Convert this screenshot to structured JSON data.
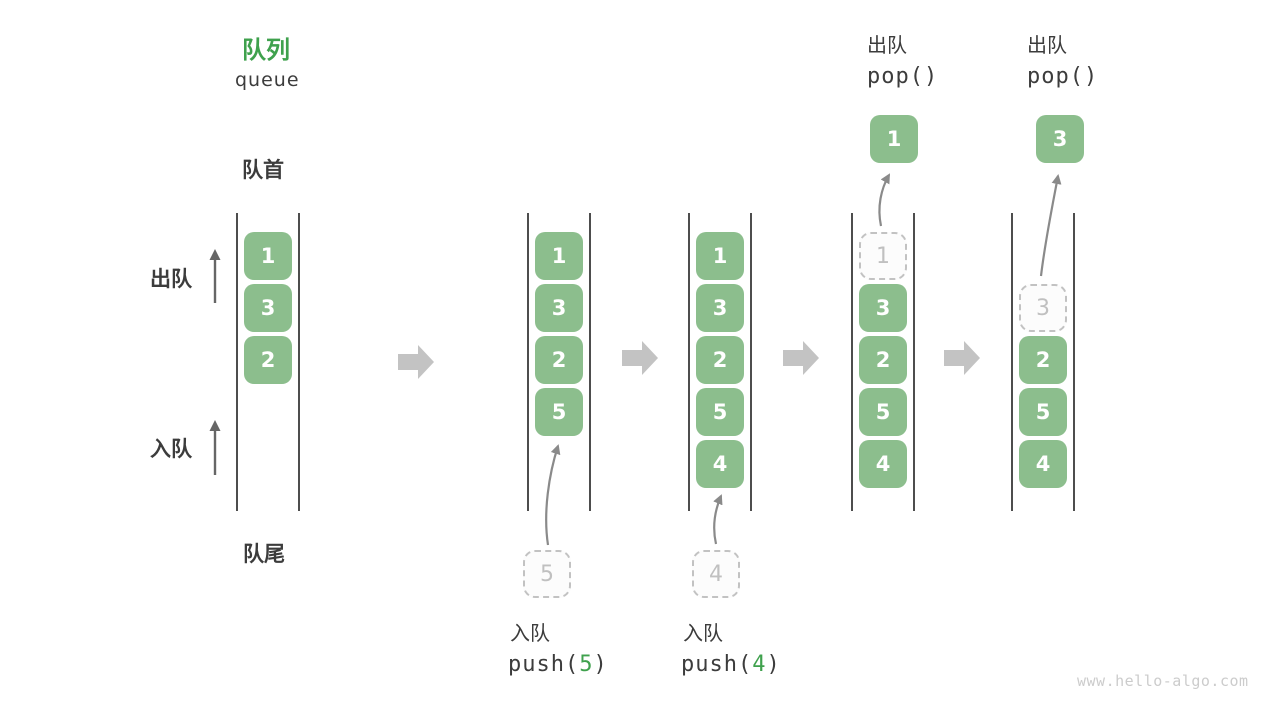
{
  "colors": {
    "title_green": "#3fa14d",
    "box_green": "#8cbe8d",
    "box_digit": "#ffffff",
    "text_dark": "#3c3c3c",
    "queue_line": "#4d4d4d",
    "flow_arrow": "#c3c3c3",
    "op_arrow": "#8a8a8a",
    "side_arrow": "#666666",
    "dashed_border": "#c2c2c2",
    "dashed_digit": "#c0c0c0",
    "dashed_fill": "#fcfcfc",
    "code_arg_green": "#3fa14d",
    "watermark_gray": "#cccccc"
  },
  "legend": {
    "title_zh": "队列",
    "title_en": "queue",
    "front_label": "队首",
    "rear_label": "队尾",
    "dequeue_label": "出队",
    "enqueue_label": "入队"
  },
  "watermark": "www.hello-algo.com",
  "states": [
    {
      "slots": [
        {
          "row": 1,
          "value": "1",
          "style": "solid"
        },
        {
          "row": 2,
          "value": "3",
          "style": "solid"
        },
        {
          "row": 3,
          "value": "2",
          "style": "solid"
        }
      ]
    },
    {
      "slots": [
        {
          "row": 1,
          "value": "1",
          "style": "solid"
        },
        {
          "row": 2,
          "value": "3",
          "style": "solid"
        },
        {
          "row": 3,
          "value": "2",
          "style": "solid"
        },
        {
          "row": 4,
          "value": "5",
          "style": "solid"
        }
      ],
      "pending": {
        "value": "5"
      },
      "operation": {
        "name": "入队",
        "code_prefix": "push(",
        "code_arg": "5",
        "code_suffix": ")"
      }
    },
    {
      "slots": [
        {
          "row": 1,
          "value": "1",
          "style": "solid"
        },
        {
          "row": 2,
          "value": "3",
          "style": "solid"
        },
        {
          "row": 3,
          "value": "2",
          "style": "solid"
        },
        {
          "row": 4,
          "value": "5",
          "style": "solid"
        },
        {
          "row": 5,
          "value": "4",
          "style": "solid"
        }
      ],
      "pending": {
        "value": "4"
      },
      "operation": {
        "name": "入队",
        "code_prefix": "push(",
        "code_arg": "4",
        "code_suffix": ")"
      }
    },
    {
      "slots": [
        {
          "row": 1,
          "value": "1",
          "style": "dashed"
        },
        {
          "row": 2,
          "value": "3",
          "style": "solid"
        },
        {
          "row": 3,
          "value": "2",
          "style": "solid"
        },
        {
          "row": 4,
          "value": "5",
          "style": "solid"
        },
        {
          "row": 5,
          "value": "4",
          "style": "solid"
        }
      ],
      "popped": {
        "value": "1"
      },
      "header": {
        "name": "出队",
        "code": "pop()"
      }
    },
    {
      "slots": [
        {
          "row": 2,
          "value": "3",
          "style": "dashed"
        },
        {
          "row": 3,
          "value": "2",
          "style": "solid"
        },
        {
          "row": 4,
          "value": "5",
          "style": "solid"
        },
        {
          "row": 5,
          "value": "4",
          "style": "solid"
        }
      ],
      "popped": {
        "value": "3"
      },
      "header": {
        "name": "出队",
        "code": "pop()"
      }
    }
  ]
}
